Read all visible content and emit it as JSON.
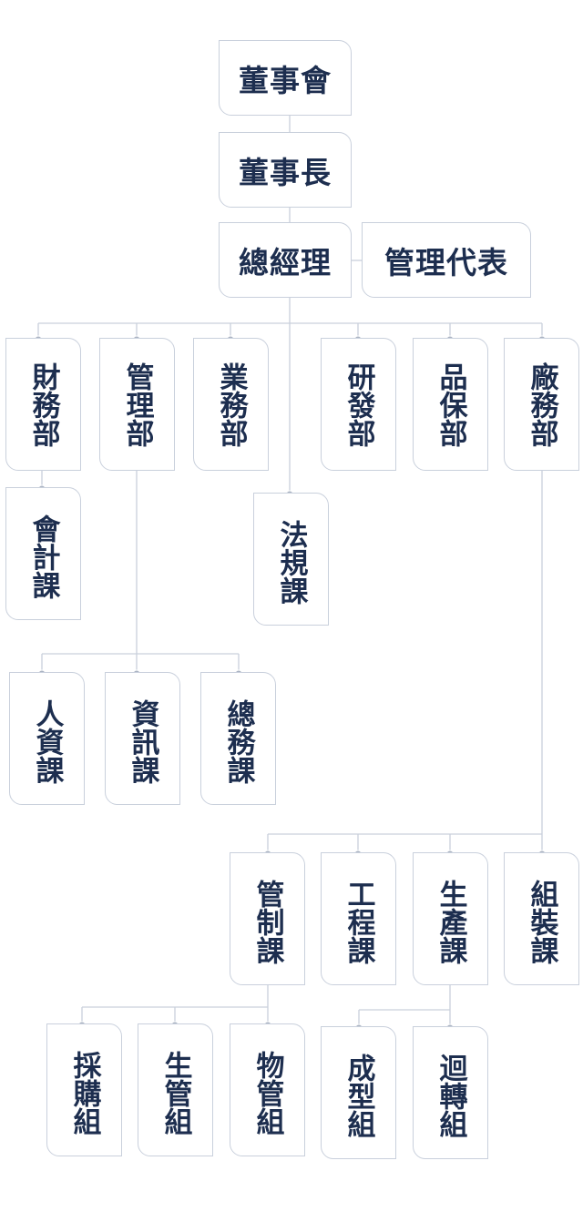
{
  "theme": {
    "line": "#c9d0dc",
    "dot": "#aab3c2",
    "text": "#1d2e4f",
    "border": "#c9d0dc"
  },
  "nodes": {
    "board": "董事會",
    "chairman": "董事長",
    "gm": "總經理",
    "mgmt_rep": "管理代表",
    "finance": "財務部",
    "admin": "管理部",
    "sales": "業務部",
    "rnd": "研發部",
    "qa": "品保部",
    "factory": "廠務部",
    "accounting": "會計課",
    "legal": "法規課",
    "hr": "人資課",
    "it": "資訊課",
    "general_affairs": "總務課",
    "production_control": "管制課",
    "engineering": "工程課",
    "production": "生產課",
    "assembly": "組裝課",
    "purchasing": "採購組",
    "production_mgmt": "生管組",
    "material_mgmt": "物管組",
    "molding": "成型組",
    "rotation": "迴轉組"
  }
}
